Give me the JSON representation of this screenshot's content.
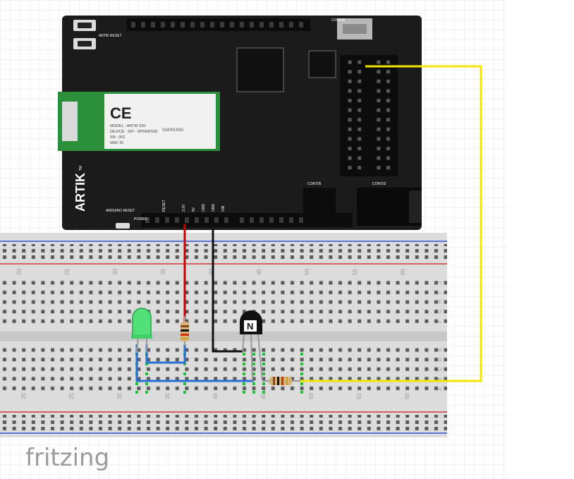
{
  "board": {
    "name": "ARTIK",
    "chip_marking": "SAMSUNG",
    "module_lines": [
      "MODEL : ARTIK 020",
      "DEVICE : SIP - 0P5WRS30",
      "SN : 052",
      "MAC ID"
    ],
    "tm": "TM",
    "pin_labels": [
      "RESET",
      "3.3V",
      "5V",
      "GND",
      "GND",
      "VIN"
    ],
    "header_labels": [
      "CON700",
      "CON702",
      "CON705"
    ],
    "side_labels": [
      "ARDUINO RESET",
      "POWER",
      "ARTIK RESET"
    ]
  },
  "breadboard": {
    "column_numbers": [
      "20",
      "25",
      "30",
      "35",
      "40",
      "45",
      "50",
      "55",
      "60"
    ],
    "row_letters": [
      "J",
      "I",
      "H",
      "G",
      "F",
      "E",
      "D",
      "C",
      "B",
      "A"
    ]
  },
  "components": {
    "transistor_label": "N"
  },
  "watermark": "fritzing",
  "colors": {
    "board": "#1b1b1b",
    "breadboard": "#dcdcdc",
    "wire_red": "#cc0000",
    "wire_black": "#111111",
    "wire_blue": "#2a6fd6",
    "wire_yellow": "#f2e600",
    "led": "#52e07a",
    "rail_red": "#d23a3a",
    "rail_blue": "#3a50d2"
  }
}
